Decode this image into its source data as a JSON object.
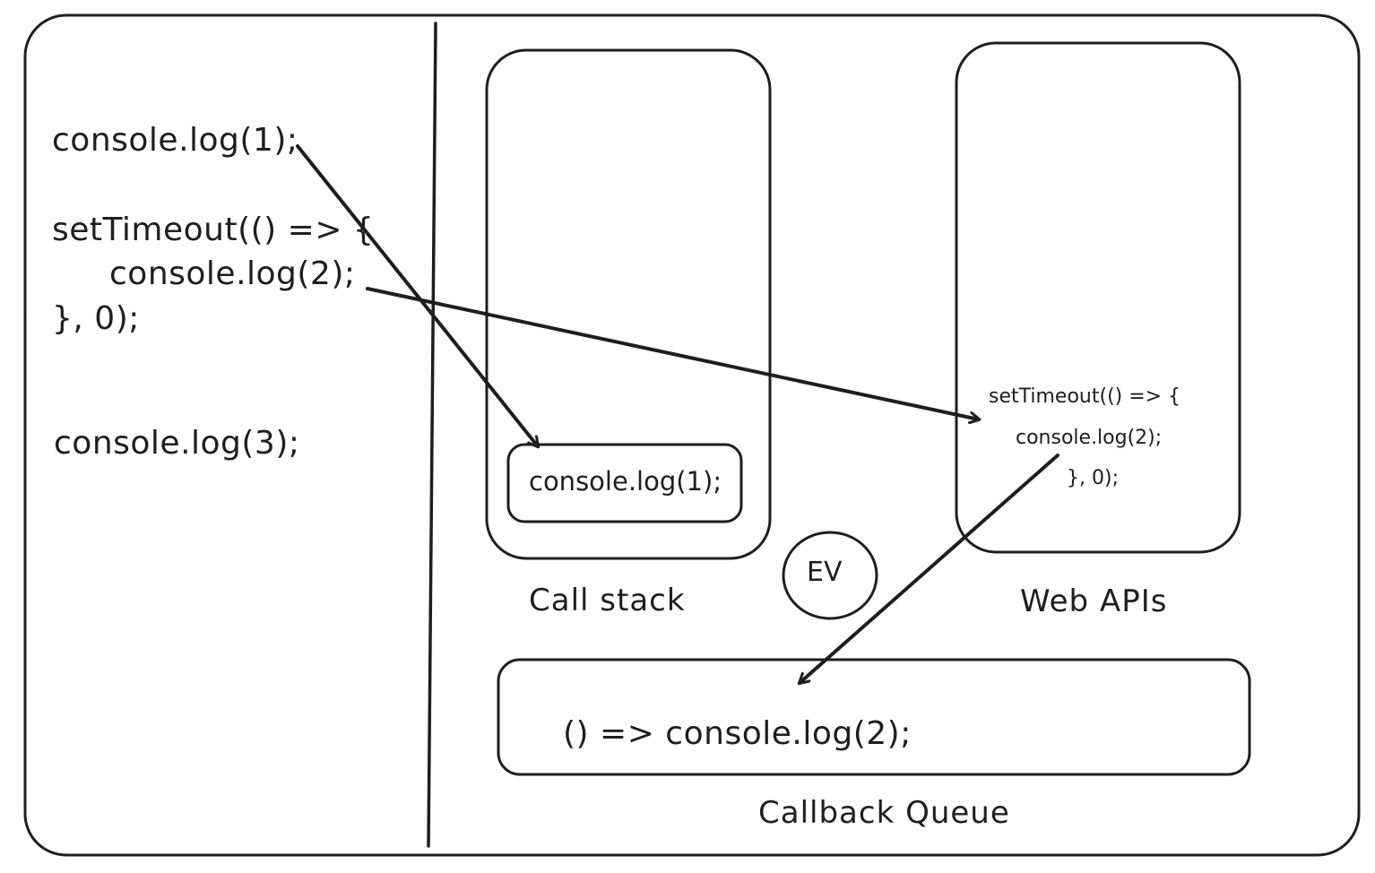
{
  "source_code": {
    "line1": "console.log(1);",
    "line2": "setTimeout(() => {",
    "line3": "console.log(2);",
    "line4": "}, 0);",
    "line5": "console.log(3);"
  },
  "call_stack": {
    "label": "Call stack",
    "frame": "console.log(1);"
  },
  "web_apis": {
    "label": "Web APIs",
    "line1": "setTimeout(() => {",
    "line2": "console.log(2);",
    "line3": "}, 0);"
  },
  "event_loop": {
    "label": "EV"
  },
  "callback_queue": {
    "label": "Callback Queue",
    "item": "() => console.log(2);"
  },
  "colors": {
    "stroke": "#1e1e1e",
    "background": "#ffffff"
  }
}
